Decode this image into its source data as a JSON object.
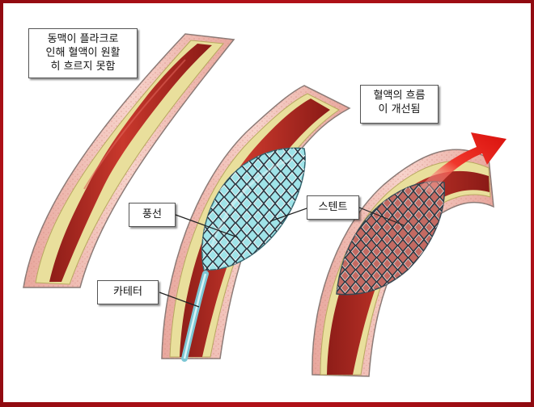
{
  "colors": {
    "frame": "#c41a22",
    "vessel_wall": "#f3c4bc",
    "lumen": "#b52a22",
    "plaque": "#e8df9a",
    "stent": "#3b4a55",
    "balloon": "#9fe3e8",
    "arrow": "#e41b17"
  },
  "labels": {
    "narrowed": [
      "동맥이 플라크로",
      "인해 혈액이 원활",
      "히 흐르지 못함"
    ],
    "balloon": "풍선",
    "stent": "스텐트",
    "catheter": "카테터",
    "improved_flow": [
      "혈액의 흐름",
      "이 개선됨"
    ]
  }
}
